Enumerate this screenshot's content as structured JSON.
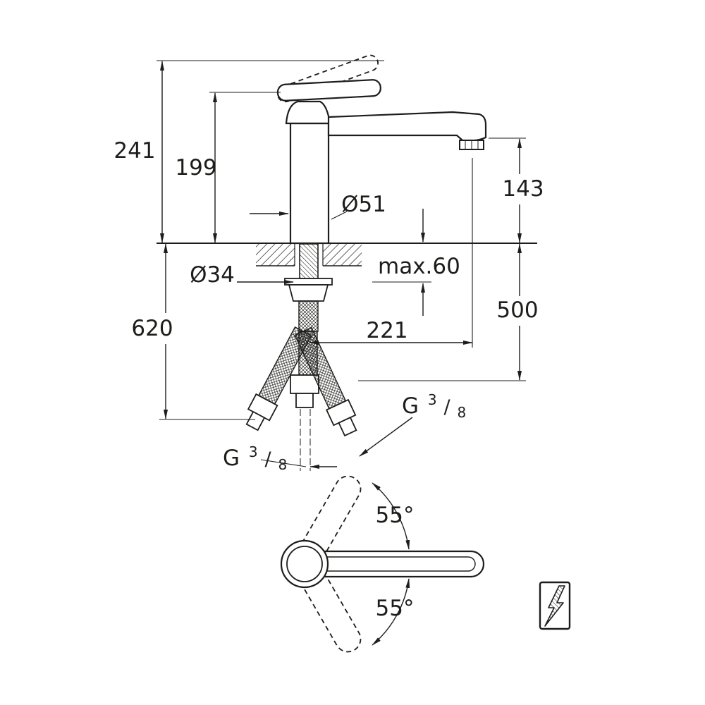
{
  "meta": {
    "kind": "faucet technical dimension drawing",
    "line_color": "#1d1d1b",
    "background": "#ffffff"
  },
  "dimensions": {
    "height_total": "241",
    "height_body": "199",
    "height_outlet": "143",
    "body_diameter": "Ø51",
    "hole_diameter": "Ø34",
    "max_deck_thickness": "max.60",
    "hose_plane": "500",
    "below_deck_total": "620",
    "spout_projection": "221"
  },
  "angles": {
    "swivel_up": "55°",
    "swivel_down": "55°"
  },
  "threads": {
    "hose_right": {
      "g": "G",
      "numerator": "3",
      "slash": "/",
      "denominator": "8"
    },
    "hose_bottom": {
      "g": "G",
      "numerator": "3",
      "slash": "/",
      "denominator": "8"
    }
  },
  "icons": {
    "pressure": "lightning-bolt"
  }
}
